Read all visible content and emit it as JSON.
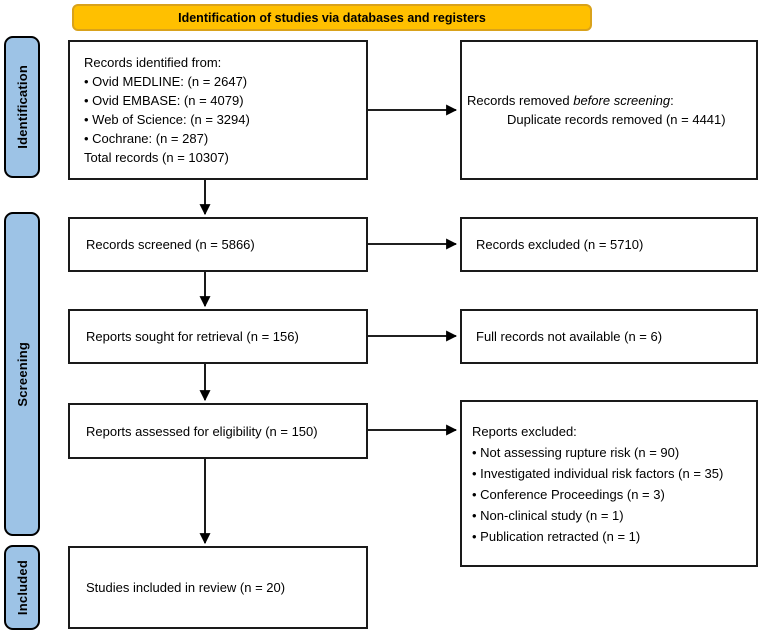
{
  "banner": {
    "label": "Identification of studies via databases and registers"
  },
  "colors": {
    "banner_fill": "#FFC000",
    "banner_border": "#D9A21B",
    "stage_fill": "#9DC3E6",
    "box_border": "#1A1A1A",
    "arrow": "#000000"
  },
  "stages": [
    {
      "label": "Identification"
    },
    {
      "label": "Screening"
    },
    {
      "label": "Included"
    }
  ],
  "boxes": {
    "identified": {
      "title": "Records identified from:",
      "bullets": [
        "Ovid MEDLINE: (n = 2647)",
        "Ovid EMBASE: (n = 4079)",
        "Web of Science: (n = 3294)",
        "Cochrane: (n = 287)"
      ],
      "footer": "Total records (n = 10307)"
    },
    "removed": {
      "prefix": "Records removed ",
      "italic": "before screening",
      "suffix": ":",
      "line2": "Duplicate records removed (n = 4441)"
    },
    "screened": {
      "label": "Records screened (n = 5866)"
    },
    "excluded": {
      "label": "Records excluded (n = 5710)"
    },
    "sought": {
      "label": "Reports sought for retrieval (n = 156)"
    },
    "not_available": {
      "label": "Full records not available (n = 6)"
    },
    "assessed": {
      "label": "Reports assessed for eligibility (n = 150)"
    },
    "reports_excluded": {
      "title": "Reports excluded:",
      "bullets": [
        "Not assessing rupture risk (n = 90)",
        "Investigated individual risk factors (n = 35)",
        "Conference Proceedings (n = 3)",
        "Non-clinical study (n = 1)",
        "Publication retracted (n = 1)"
      ]
    },
    "included": {
      "label": "Studies included in review (n = 20)"
    }
  }
}
